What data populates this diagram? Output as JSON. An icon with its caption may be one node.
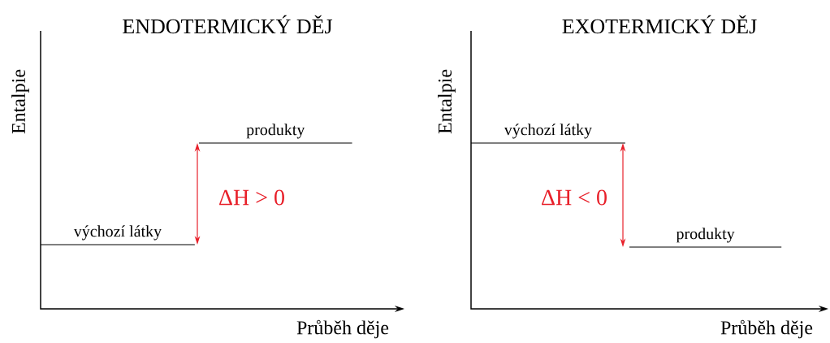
{
  "diagram": {
    "nodes": [
      {
        "text": [
          "výchozí látky"
        ]
      },
      {
        "text": [
          "produkty"
        ]
      },
      {
        "text": [
          "výchozí látky"
        ]
      },
      {
        "text": [
          "produkty"
        ]
      }
    ],
    "edges": [
      {
        "from": 0,
        "to": 1,
        "arrow": "both",
        "label": "ΔH > 0",
        "color": "#e8202a"
      },
      {
        "from": 2,
        "to": 3,
        "arrow": "both",
        "label": "ΔH < 0",
        "color": "#e8202a"
      }
    ],
    "labels": [
      "ENDOTERMICKÝ DĚJ",
      "Entalpie",
      "Průběh děje",
      "EXOTERMICKÝ DĚJ",
      "Entalpie",
      "Průběh děje"
    ]
  }
}
